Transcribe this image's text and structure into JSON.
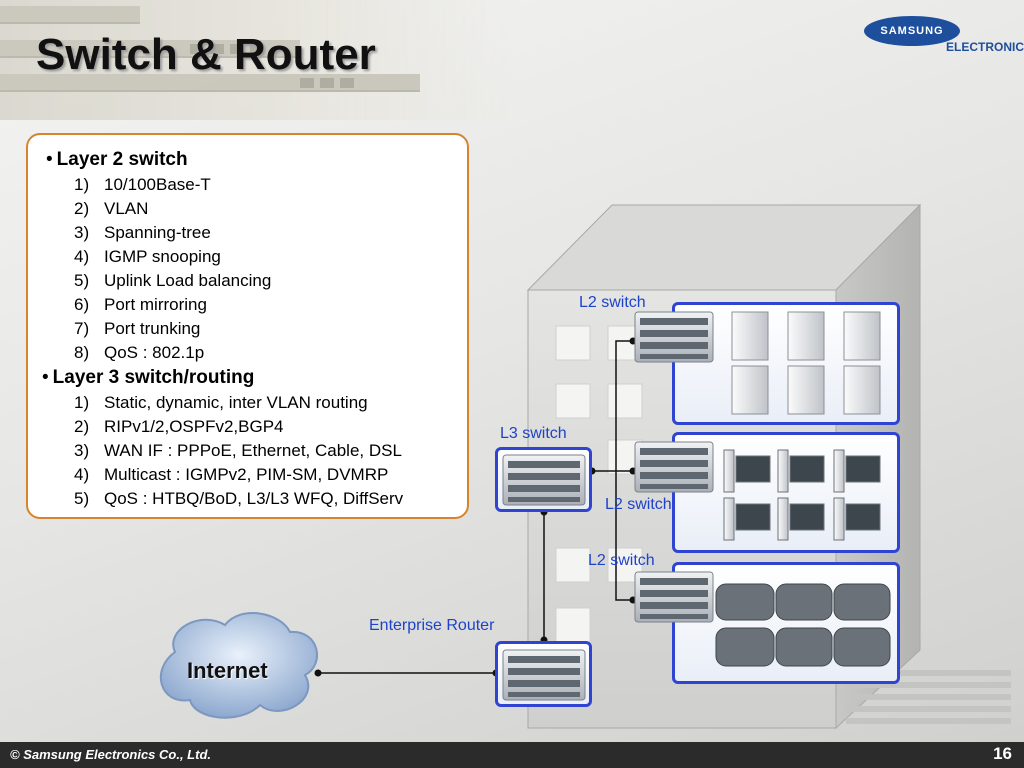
{
  "title": "Switch & Router",
  "logo": {
    "brand": "SAMSUNG",
    "sub": "ELECTRONICS"
  },
  "layer2": {
    "heading": "Layer 2 switch",
    "items": [
      {
        "n": "1)",
        "text": "10/100Base-T"
      },
      {
        "n": "2)",
        "text": "VLAN"
      },
      {
        "n": "3)",
        "text": "Spanning-tree"
      },
      {
        "n": "4)",
        "text": "IGMP snooping"
      },
      {
        "n": "5)",
        "text": "Uplink Load balancing"
      },
      {
        "n": "6)",
        "text": "Port mirroring"
      },
      {
        "n": "7)",
        "text": "Port trunking"
      },
      {
        "n": "8)",
        "text": "QoS : 802.1p"
      }
    ]
  },
  "layer3": {
    "heading": "Layer 3 switch/routing",
    "items": [
      {
        "n": "1)",
        "text": "Static, dynamic, inter VLAN routing"
      },
      {
        "n": "2)",
        "text": "RIPv1/2,OSPFv2,BGP4"
      },
      {
        "n": "3)",
        "text": "WAN IF : PPPoE, Ethernet, Cable, DSL"
      },
      {
        "n": "4)",
        "text": "Multicast : IGMPv2, PIM-SM, DVMRP"
      },
      {
        "n": "5)",
        "text": "QoS : HTBQ/BoD, L3/L3 WFQ, DiffServ"
      }
    ]
  },
  "diagram": {
    "l2_switch_top": "L2 switch",
    "l3_switch": "L3 switch",
    "l2_switch_mid": "L2 switch",
    "l2_switch_bottom": "L2 switch",
    "enterprise_router": "Enterprise Router",
    "internet": "Internet"
  },
  "footer": {
    "copyright": "© Samsung Electronics Co., Ltd.",
    "page": "16"
  },
  "colors": {
    "panel_border": "#2f45d1",
    "label": "#1e43c8",
    "box_border": "#d8832d"
  }
}
